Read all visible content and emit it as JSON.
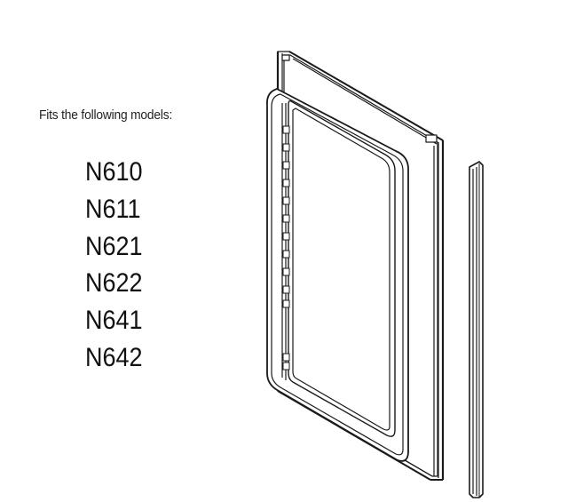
{
  "heading": "Fits the following models:",
  "models": [
    "N610",
    "N611",
    "N621",
    "N622",
    "N641",
    "N642"
  ]
}
